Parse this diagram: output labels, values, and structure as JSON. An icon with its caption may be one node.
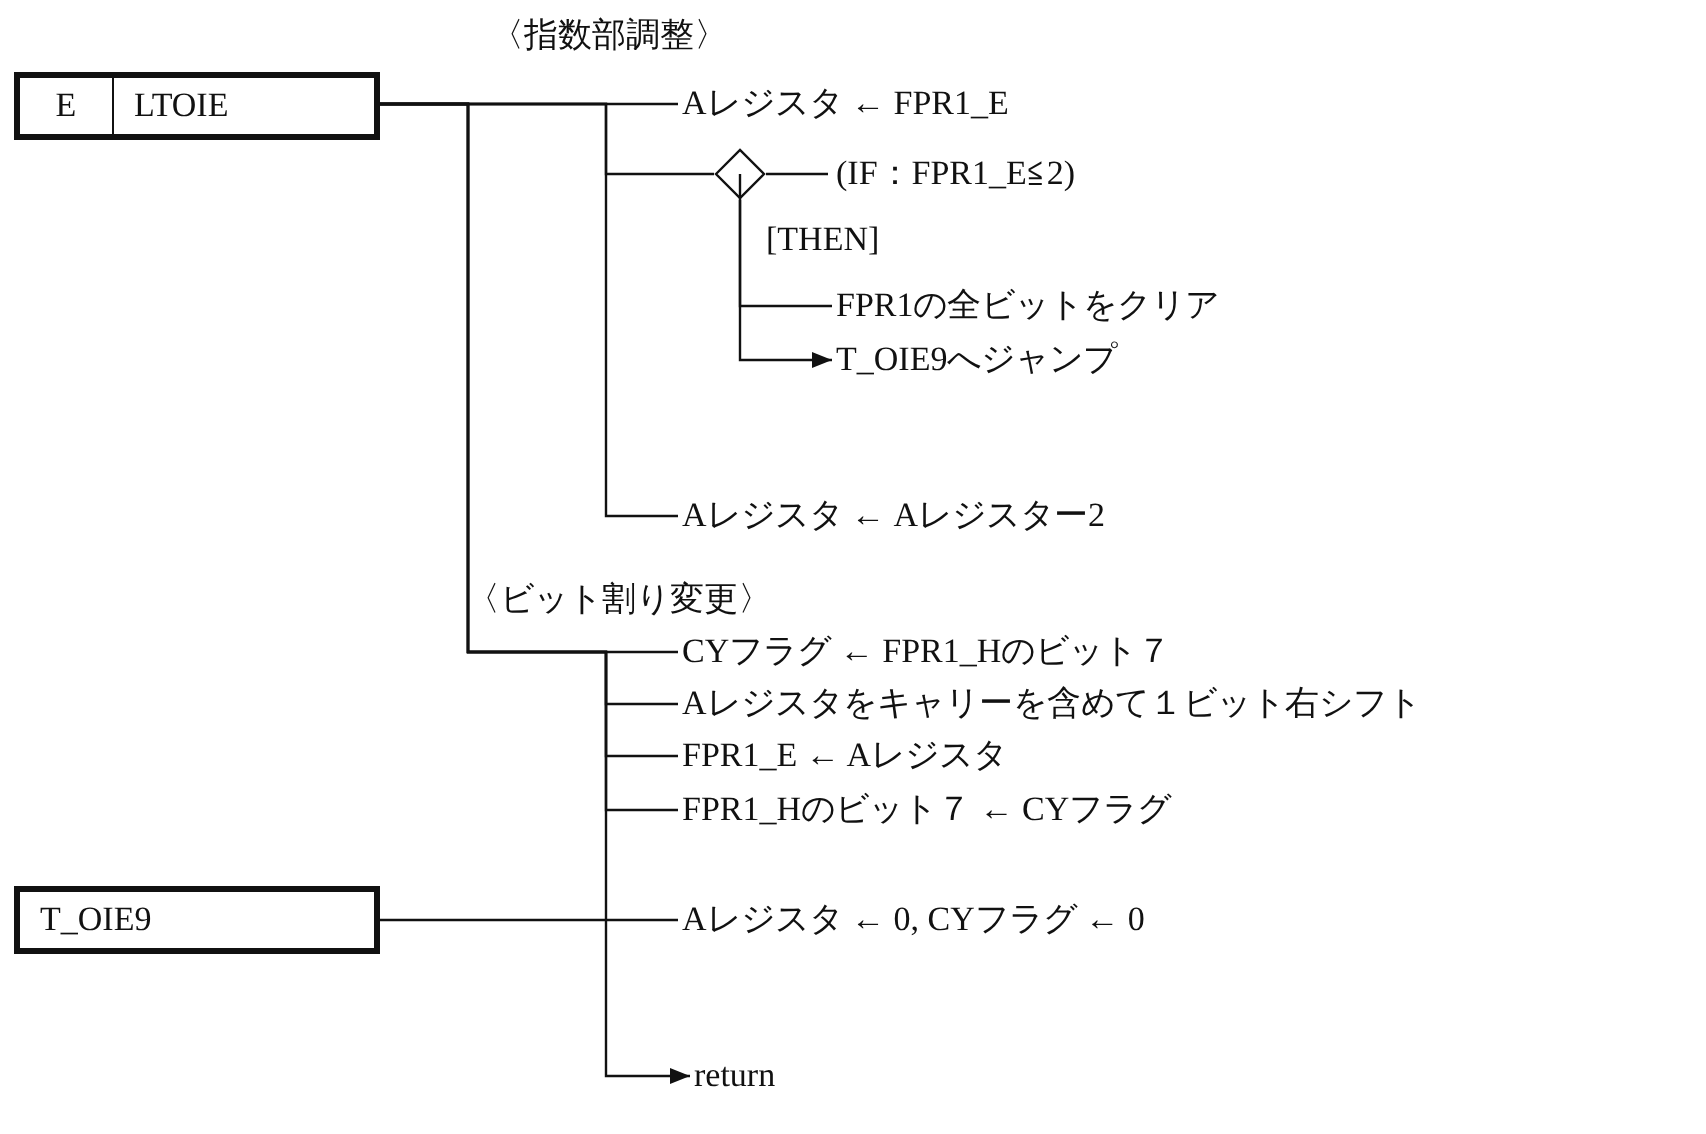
{
  "diagram": {
    "nodes": [
      {
        "text": [
          "E",
          "LTOIE"
        ]
      },
      {
        "text": [
          "Aレジスタ ← FPR1_E"
        ]
      },
      {
        "text": [],
        "shape": "diamond",
        "beside": [
          "(IF：FPR1_E≦2)",
          "[THEN]"
        ]
      },
      {
        "text": [
          "FPR1の全ビットをクリア"
        ]
      },
      {
        "text": [
          "T_OIE9へジャンプ"
        ]
      },
      {
        "text": [
          "Aレジスタ ← Aレジスター2"
        ]
      },
      {
        "text": [
          "CYフラグ ← FPR1_Hのビット７"
        ]
      },
      {
        "text": [
          "Aレジスタをキャリーを含めて１ビット右シフト"
        ]
      },
      {
        "text": [
          "FPR1_E ← Aレジスタ"
        ]
      },
      {
        "text": [
          "FPR1_Hのビット７ ← CYフラグ"
        ]
      },
      {
        "text": [
          "T_OIE9"
        ]
      },
      {
        "text": [
          "Aレジスタ ← 0, CYフラグ ← 0"
        ]
      },
      {
        "text": [
          "return"
        ]
      }
    ],
    "edges": [
      {
        "from": 0,
        "to": 1,
        "arrow": "none"
      },
      {
        "from": 0,
        "to": 2,
        "arrow": "none"
      },
      {
        "from": 2,
        "to": 3,
        "arrow": "none"
      },
      {
        "from": 2,
        "to": 4,
        "arrow": "to"
      },
      {
        "from": 0,
        "to": 5,
        "arrow": "none"
      },
      {
        "from": 0,
        "to": 6,
        "arrow": "none"
      },
      {
        "from": 0,
        "to": 7,
        "arrow": "none"
      },
      {
        "from": 0,
        "to": 8,
        "arrow": "none"
      },
      {
        "from": 0,
        "to": 9,
        "arrow": "none"
      },
      {
        "from": 10,
        "to": 11,
        "arrow": "none"
      },
      {
        "from": 0,
        "to": 12,
        "arrow": "to"
      }
    ],
    "labels": [
      "〈指数部調整〉",
      "〈ビット割り変更〉"
    ]
  }
}
